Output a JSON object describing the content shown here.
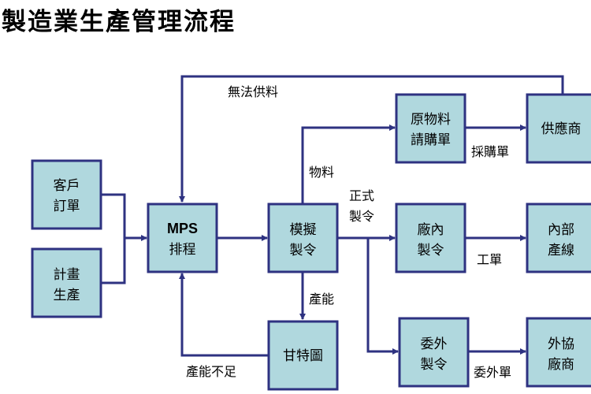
{
  "title": "製造業生產管理流程",
  "colors": {
    "box_fill": "#b0d8de",
    "line": "#2e3281"
  },
  "nodes": {
    "customer_order": [
      "客戶",
      "訂單"
    ],
    "production_plan": [
      "計畫",
      "生產"
    ],
    "mps": [
      "MPS",
      "排程"
    ],
    "simulated_order": [
      "模擬",
      "製令"
    ],
    "gantt": [
      "甘特圖"
    ],
    "material_requisition": [
      "原物料",
      "請購單"
    ],
    "supplier": [
      "供應商"
    ],
    "in_house_order": [
      "廠內",
      "製令"
    ],
    "internal_line": [
      "內部",
      "產線"
    ],
    "outsource_order": [
      "委外",
      "製令"
    ],
    "outsource_vendor": [
      "外協",
      "廠商"
    ]
  },
  "edge_labels": {
    "no_supply": "無法供料",
    "material": "物料",
    "formal_order": [
      "正式",
      "製令"
    ],
    "capacity": "產能",
    "insufficient_capacity": "產能不足",
    "purchase_order": "採購單",
    "work_order": "工單",
    "outsource_slip": "委外單"
  }
}
